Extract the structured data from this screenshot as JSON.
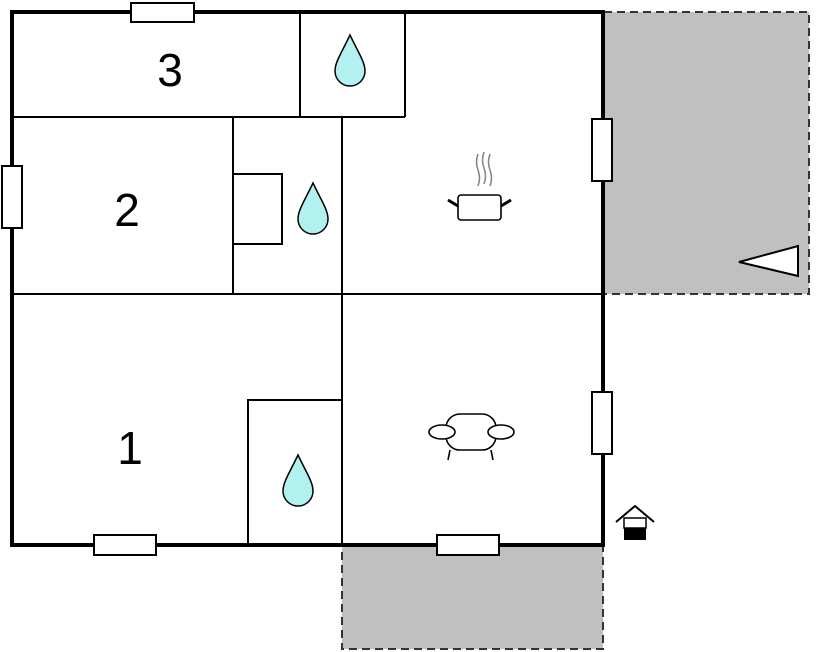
{
  "floorplan": {
    "rooms": [
      {
        "id": "bedroom-1",
        "label": "1"
      },
      {
        "id": "bedroom-2",
        "label": "2"
      },
      {
        "id": "bedroom-3",
        "label": "3"
      }
    ],
    "icons": {
      "water": "water-drop-icon",
      "kitchen": "cooking-pot-icon",
      "living": "sofa-icon",
      "entrance": "house-entrance-icon",
      "direction": "triangle-arrow-icon"
    },
    "colors": {
      "wall": "#000000",
      "terrace_fill": "#c0c0c0",
      "water": "#b3f0f0",
      "window_fill": "#ffffff"
    }
  }
}
